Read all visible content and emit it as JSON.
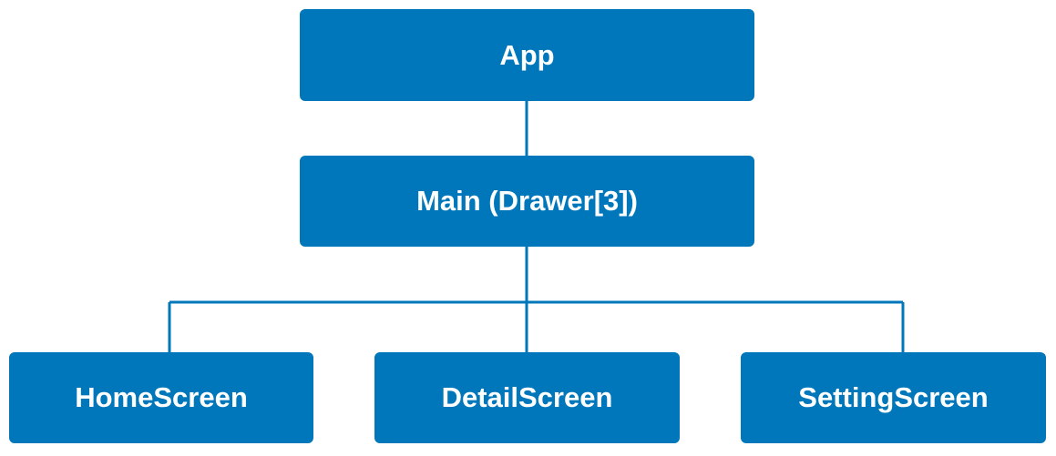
{
  "colors": {
    "node_fill": "#0077BB",
    "connector": "#0077BB",
    "label": "#FFFFFF"
  },
  "nodes": {
    "app": {
      "label": "App"
    },
    "main": {
      "label": "Main (Drawer[3])"
    },
    "children": [
      {
        "label": "HomeScreen"
      },
      {
        "label": "DetailScreen"
      },
      {
        "label": "SettingScreen"
      }
    ]
  },
  "edges": [
    {
      "from": "App",
      "to": "Main (Drawer[3])"
    },
    {
      "from": "Main (Drawer[3])",
      "to": "HomeScreen"
    },
    {
      "from": "Main (Drawer[3])",
      "to": "DetailScreen"
    },
    {
      "from": "Main (Drawer[3])",
      "to": "SettingScreen"
    }
  ]
}
